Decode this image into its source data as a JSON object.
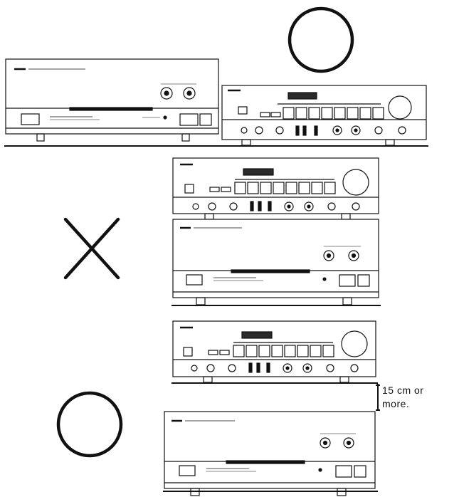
{
  "spacing_note": {
    "line1": "15  cm  or",
    "line2": "more."
  },
  "colors": {
    "ink": "#111111",
    "paper": "#ffffff",
    "display_dark": "#2a2a2a"
  },
  "marks": {
    "ok": "circle",
    "not_ok": "cross"
  }
}
